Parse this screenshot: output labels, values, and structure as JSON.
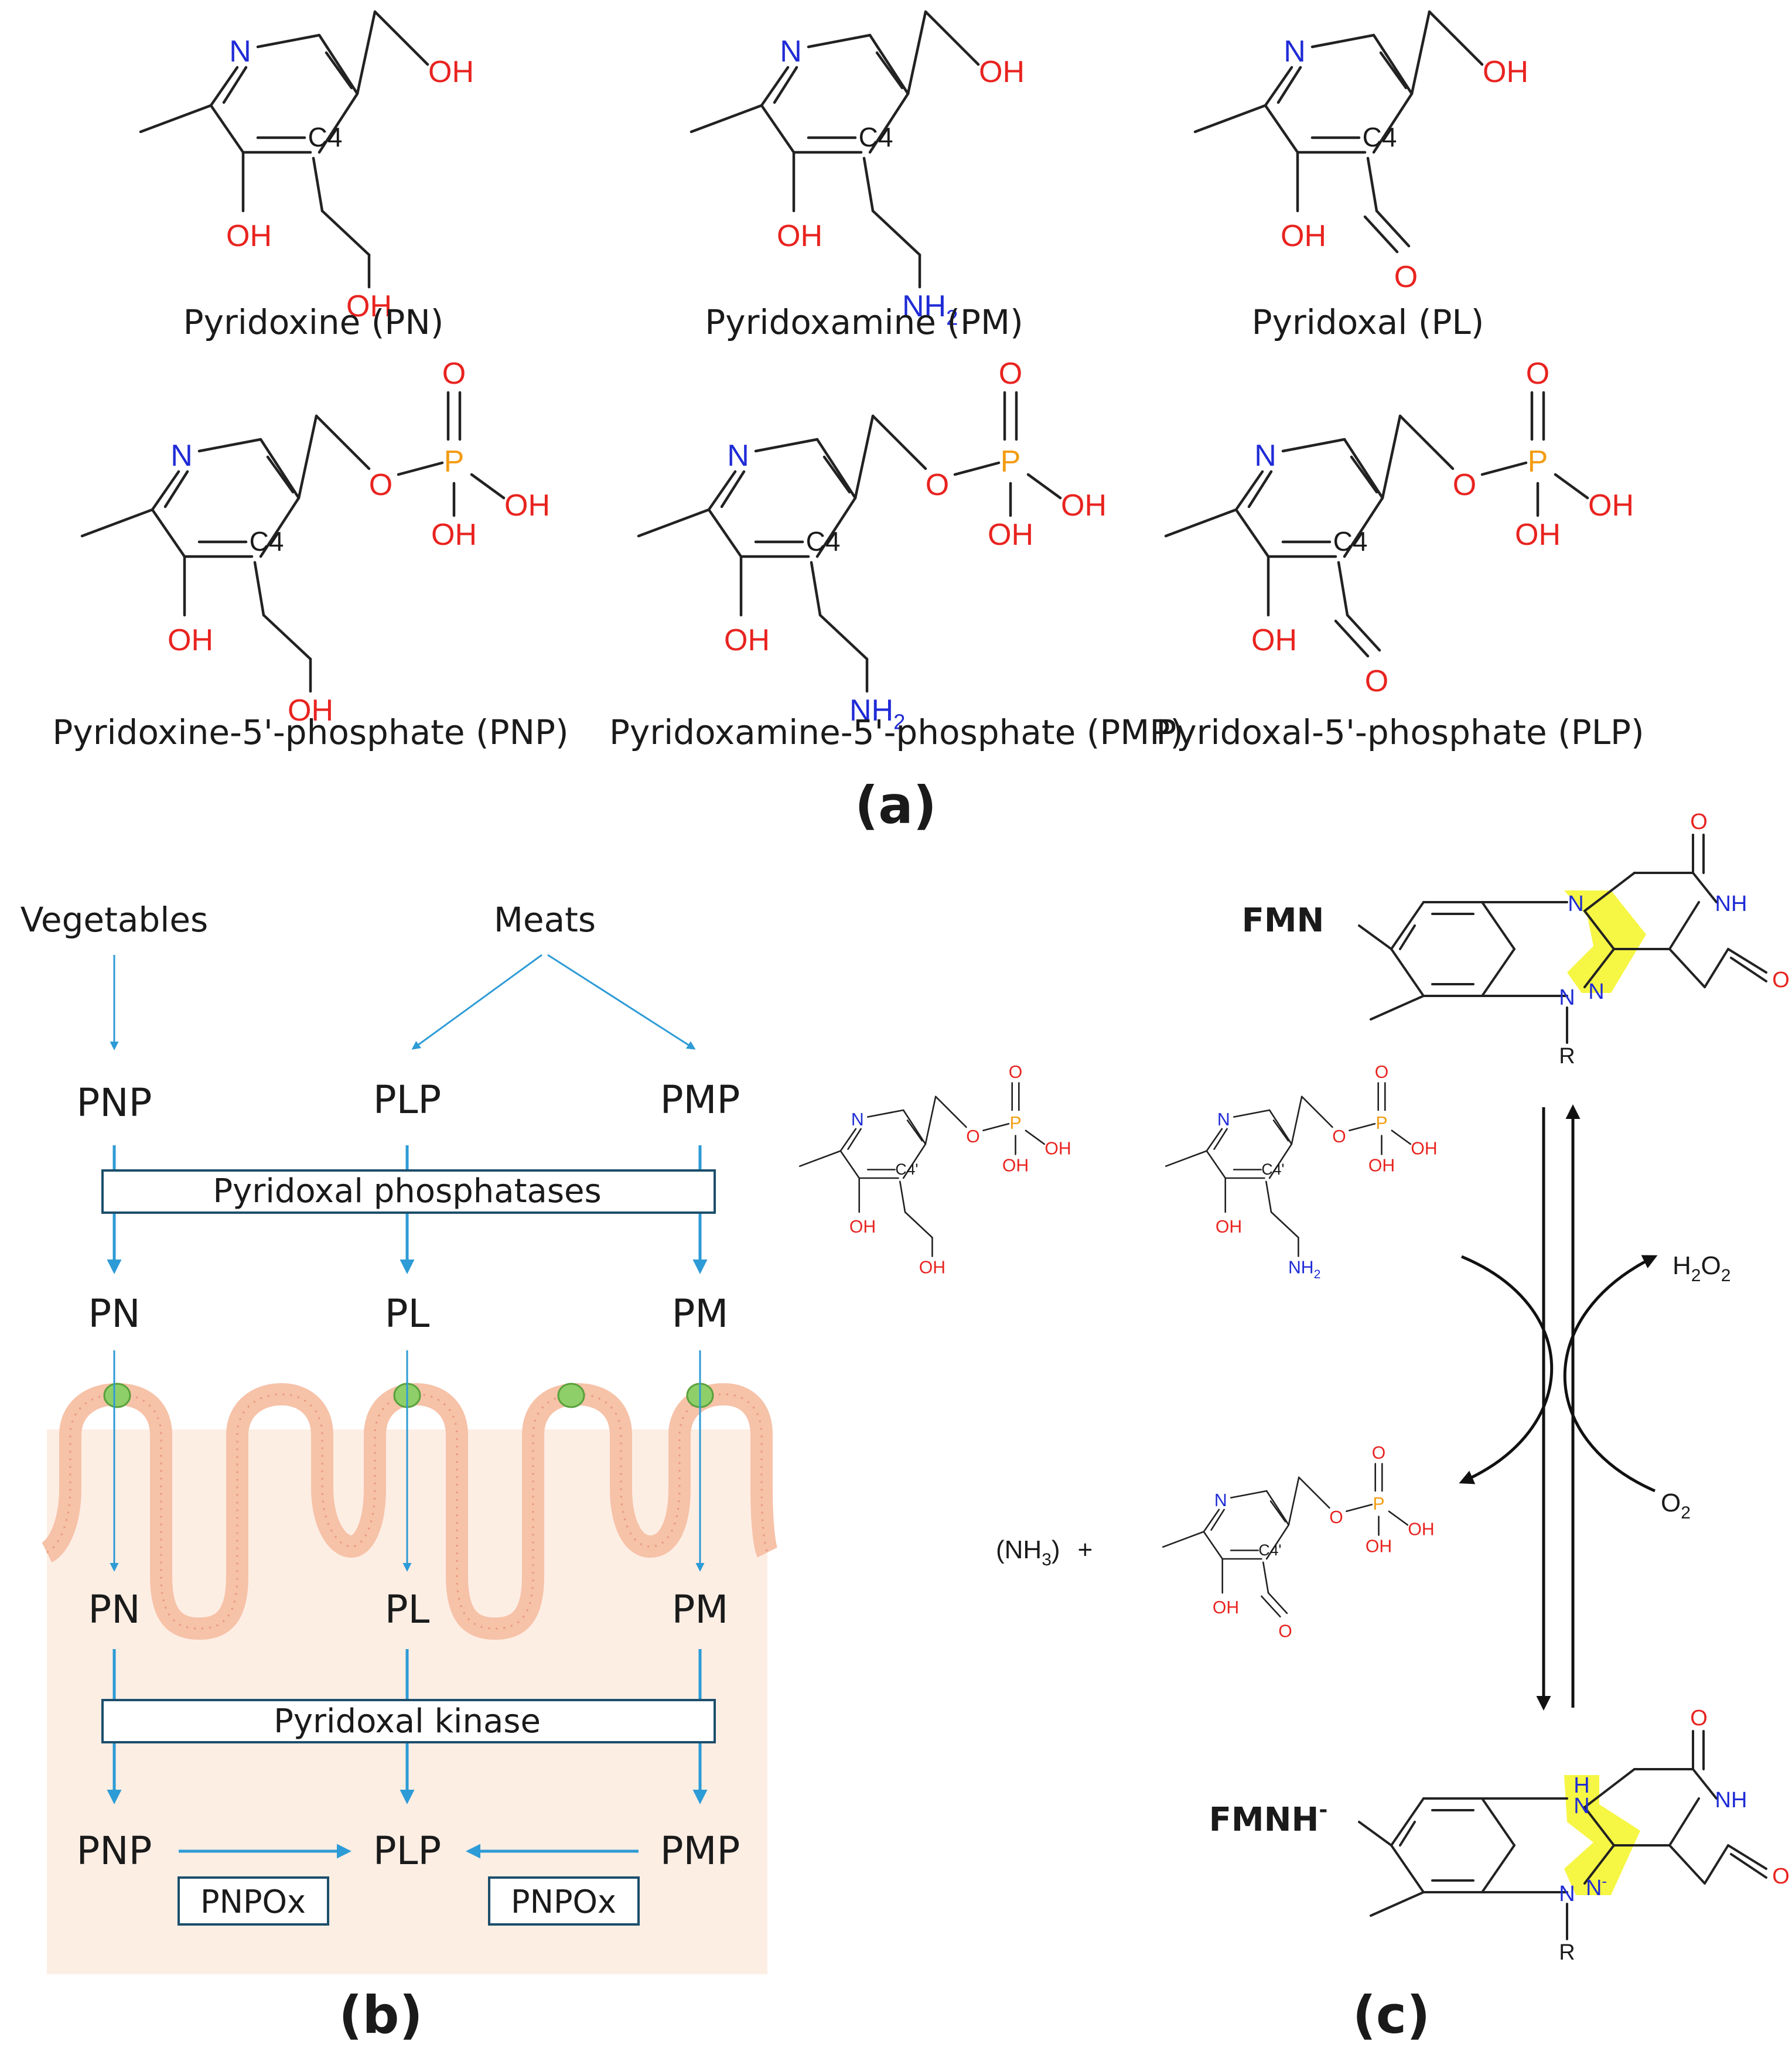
{
  "panel_labels": {
    "a": "(a)",
    "b": "(b)",
    "c": "(c)"
  },
  "panel_a": {
    "molecules": [
      {
        "name": "Pyridoxine (PN)",
        "variant": "PN"
      },
      {
        "name": "Pyridoxamine (PM)",
        "variant": "PM"
      },
      {
        "name": "Pyridoxal (PL)",
        "variant": "PL"
      },
      {
        "name": "Pyridoxine-5'-phosphate (PNP)",
        "variant": "PNP"
      },
      {
        "name": "Pyridoxamine-5'-phosphate (PMP)",
        "variant": "PMP"
      },
      {
        "name": "Pyridoxal-5'-phosphate (PLP)",
        "variant": "PLP"
      }
    ],
    "atoms": {
      "N": "N",
      "OH": "OH",
      "O": "O",
      "P": "P",
      "NH2": "NH",
      "sub2": "2",
      "C4": "C4"
    }
  },
  "panel_b": {
    "sources": {
      "vegetables": "Vegetables",
      "meats": "Meats"
    },
    "row1": [
      "PNP",
      "PLP",
      "PMP"
    ],
    "enzyme1": "Pyridoxal phosphatases",
    "row2": [
      "PN",
      "PL",
      "PM"
    ],
    "row3": [
      "PN",
      "PL",
      "PM"
    ],
    "enzyme2": "Pyridoxal kinase",
    "row4": [
      "PNP",
      "PLP",
      "PMP"
    ],
    "oxidase": "PNPOx",
    "colors": {
      "arrow": "#2d9bd6",
      "tissue": "#fdeee4",
      "villus": "#f6c2a8",
      "transporter": "#8fcf6a"
    }
  },
  "panel_c": {
    "fmn_label": "FMN",
    "fmnh_label": "FMNH",
    "fmnh_charge": "-",
    "h2o2": "H",
    "o2": "O",
    "nh3": "(NH",
    "nh3_close": ")",
    "plus": "+",
    "c4prime": "C4'",
    "atoms": {
      "N": "N",
      "NH": "NH",
      "H": "H",
      "O": "O",
      "R": "R",
      "Nminus": "N"
    },
    "highlight_color": "#f5f53a"
  }
}
